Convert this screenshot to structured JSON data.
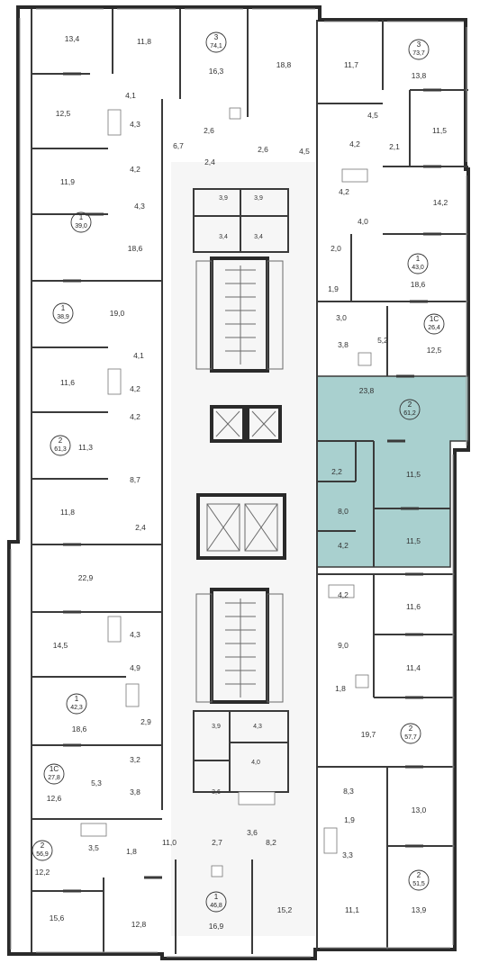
{
  "highlight_color": "#a9d0cf",
  "apartments": [
    {
      "id": "a1",
      "rooms": "3",
      "area": "74,1"
    },
    {
      "id": "a2",
      "rooms": "3",
      "area": "73,7"
    },
    {
      "id": "a3",
      "rooms": "1",
      "area": "39,0"
    },
    {
      "id": "a4",
      "rooms": "1",
      "area": "43,0"
    },
    {
      "id": "a5",
      "rooms": "1",
      "area": "38,9"
    },
    {
      "id": "a6",
      "rooms": "1С",
      "area": "26,4"
    },
    {
      "id": "a7",
      "rooms": "2",
      "area": "61,3"
    },
    {
      "id": "a8",
      "rooms": "2",
      "area": "61,2"
    },
    {
      "id": "a9",
      "rooms": "1",
      "area": "42,3"
    },
    {
      "id": "a10",
      "rooms": "2",
      "area": "57,7"
    },
    {
      "id": "a11",
      "rooms": "1С",
      "area": "27,8"
    },
    {
      "id": "a12",
      "rooms": "2",
      "area": "56,9"
    },
    {
      "id": "a13",
      "rooms": "2",
      "area": "51,5"
    },
    {
      "id": "a14",
      "rooms": "1",
      "area": "46,8"
    }
  ],
  "room_labels": [
    "13,4",
    "11,8",
    "16,3",
    "18,8",
    "11,7",
    "13,8",
    "4,1",
    "12,5",
    "4,3",
    "6,7",
    "2,6",
    "2,6",
    "4,5",
    "11,5",
    "4,2",
    "2,4",
    "4,5",
    "4,2",
    "2,1",
    "11,9",
    "4,3",
    "3,9",
    "3,9",
    "4,2",
    "14,2",
    "3,4",
    "3,4",
    "4,0",
    "18,6",
    "2,0",
    "18,6",
    "1,9",
    "19,0",
    "3,0",
    "5,2",
    "3,8",
    "12,5",
    "4,1",
    "11,6",
    "4,2",
    "23,8",
    "4,2",
    "11,3",
    "2,2",
    "11,5",
    "8,7",
    "8,0",
    "11,8",
    "2,4",
    "4,2",
    "11,5",
    "22,9",
    "4,2",
    "11,6",
    "4,3",
    "14,5",
    "9,0",
    "4,9",
    "11,4",
    "1,8",
    "18,6",
    "2,9",
    "19,7",
    "3,9",
    "4,3",
    "4,0",
    "3,2",
    "8,3",
    "5,3",
    "3,8",
    "12,6",
    "3,6",
    "1,9",
    "13,0",
    "3,6",
    "3,5",
    "1,8",
    "11,0",
    "3,3",
    "12,2",
    "2,7",
    "8,2",
    "15,6",
    "12,8",
    "16,9",
    "15,2",
    "11,1",
    "13,9"
  ]
}
